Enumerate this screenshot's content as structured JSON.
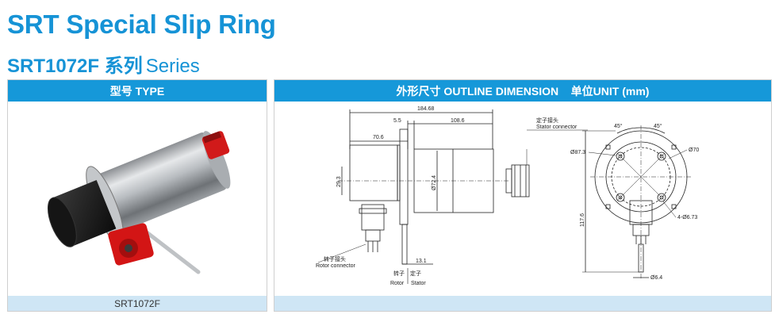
{
  "page": {
    "title": "SRT Special Slip Ring",
    "model": "SRT1072F 系列",
    "series_word": "Series"
  },
  "type_panel": {
    "header": "型号 TYPE",
    "model_label": "SRT1072F"
  },
  "dimension_panel": {
    "header": "外形尺寸 OUTLINE DIMENSION    单位UNIT (mm)",
    "dims": {
      "overall_length": "184.68",
      "flange_thk": "5.5",
      "body_length": "108.6",
      "rotor_length": "70.6",
      "rotor_dia": "29.3",
      "body_dia": "Ø72.4",
      "offset": "13.1",
      "angle_left": "45°",
      "angle_right": "45°",
      "bolt_circle": "Ø87.3",
      "pilot_dia": "Ø70",
      "holes": "4-Ø6.73",
      "height": "117.6",
      "shaft_dia": "Ø6.4"
    },
    "labels": {
      "stator_conn_cn": "定子接头",
      "stator_conn_en": "Stator connector",
      "rotor_conn_cn": "转子接头",
      "rotor_conn_en": "Rotor connector",
      "rotor_cn": "转子",
      "stator_cn": "定子",
      "rotor_en": "Rotor",
      "stator_en": "Stator"
    }
  }
}
